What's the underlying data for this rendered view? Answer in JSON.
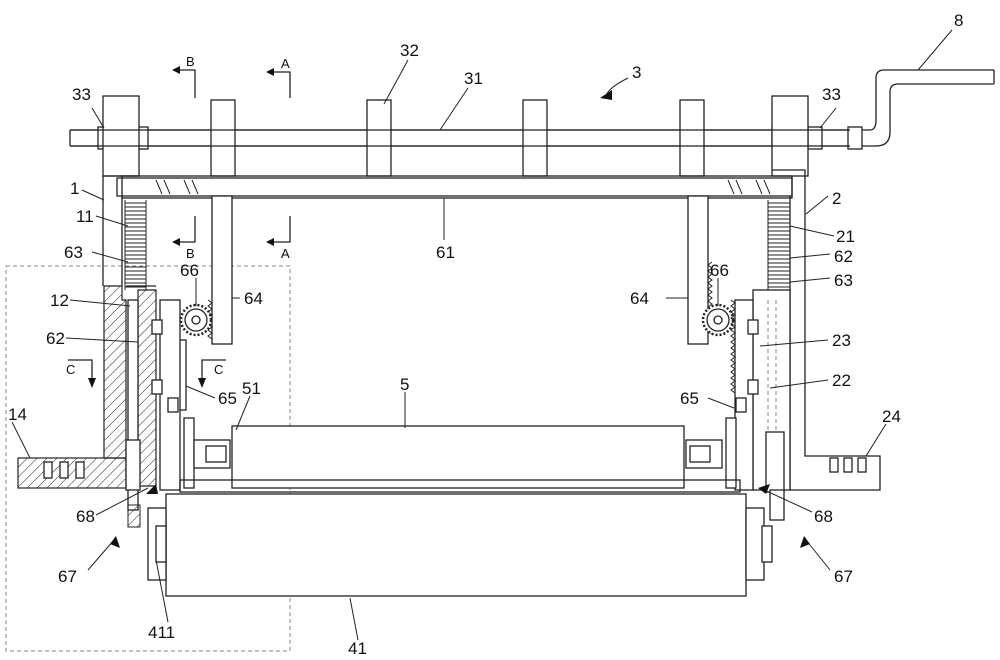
{
  "labels": {
    "l1": "1",
    "l2": "2",
    "l3": "3",
    "l5": "5",
    "l8": "8",
    "l11": "11",
    "l12": "12",
    "l14": "14",
    "l21": "21",
    "l22": "22",
    "l23": "23",
    "l24": "24",
    "l31": "31",
    "l32": "32",
    "l33_left": "33",
    "l33_right": "33",
    "l41": "41",
    "l411": "411",
    "l51": "51",
    "l61": "61",
    "l62_left": "62",
    "l62_right": "62",
    "l63_left": "63",
    "l63_right": "63",
    "l64_left": "64",
    "l64_right": "64",
    "l65_left": "65",
    "l65_right": "65",
    "l66_left": "66",
    "l66_right": "66",
    "l67_left": "67",
    "l67_right": "67",
    "l68_left": "68",
    "l68_right": "68"
  },
  "section_marks": {
    "a_top": "A",
    "a_bottom": "A",
    "b_top": "B",
    "b_bottom": "B",
    "c_left": "C",
    "c_right": "C"
  }
}
